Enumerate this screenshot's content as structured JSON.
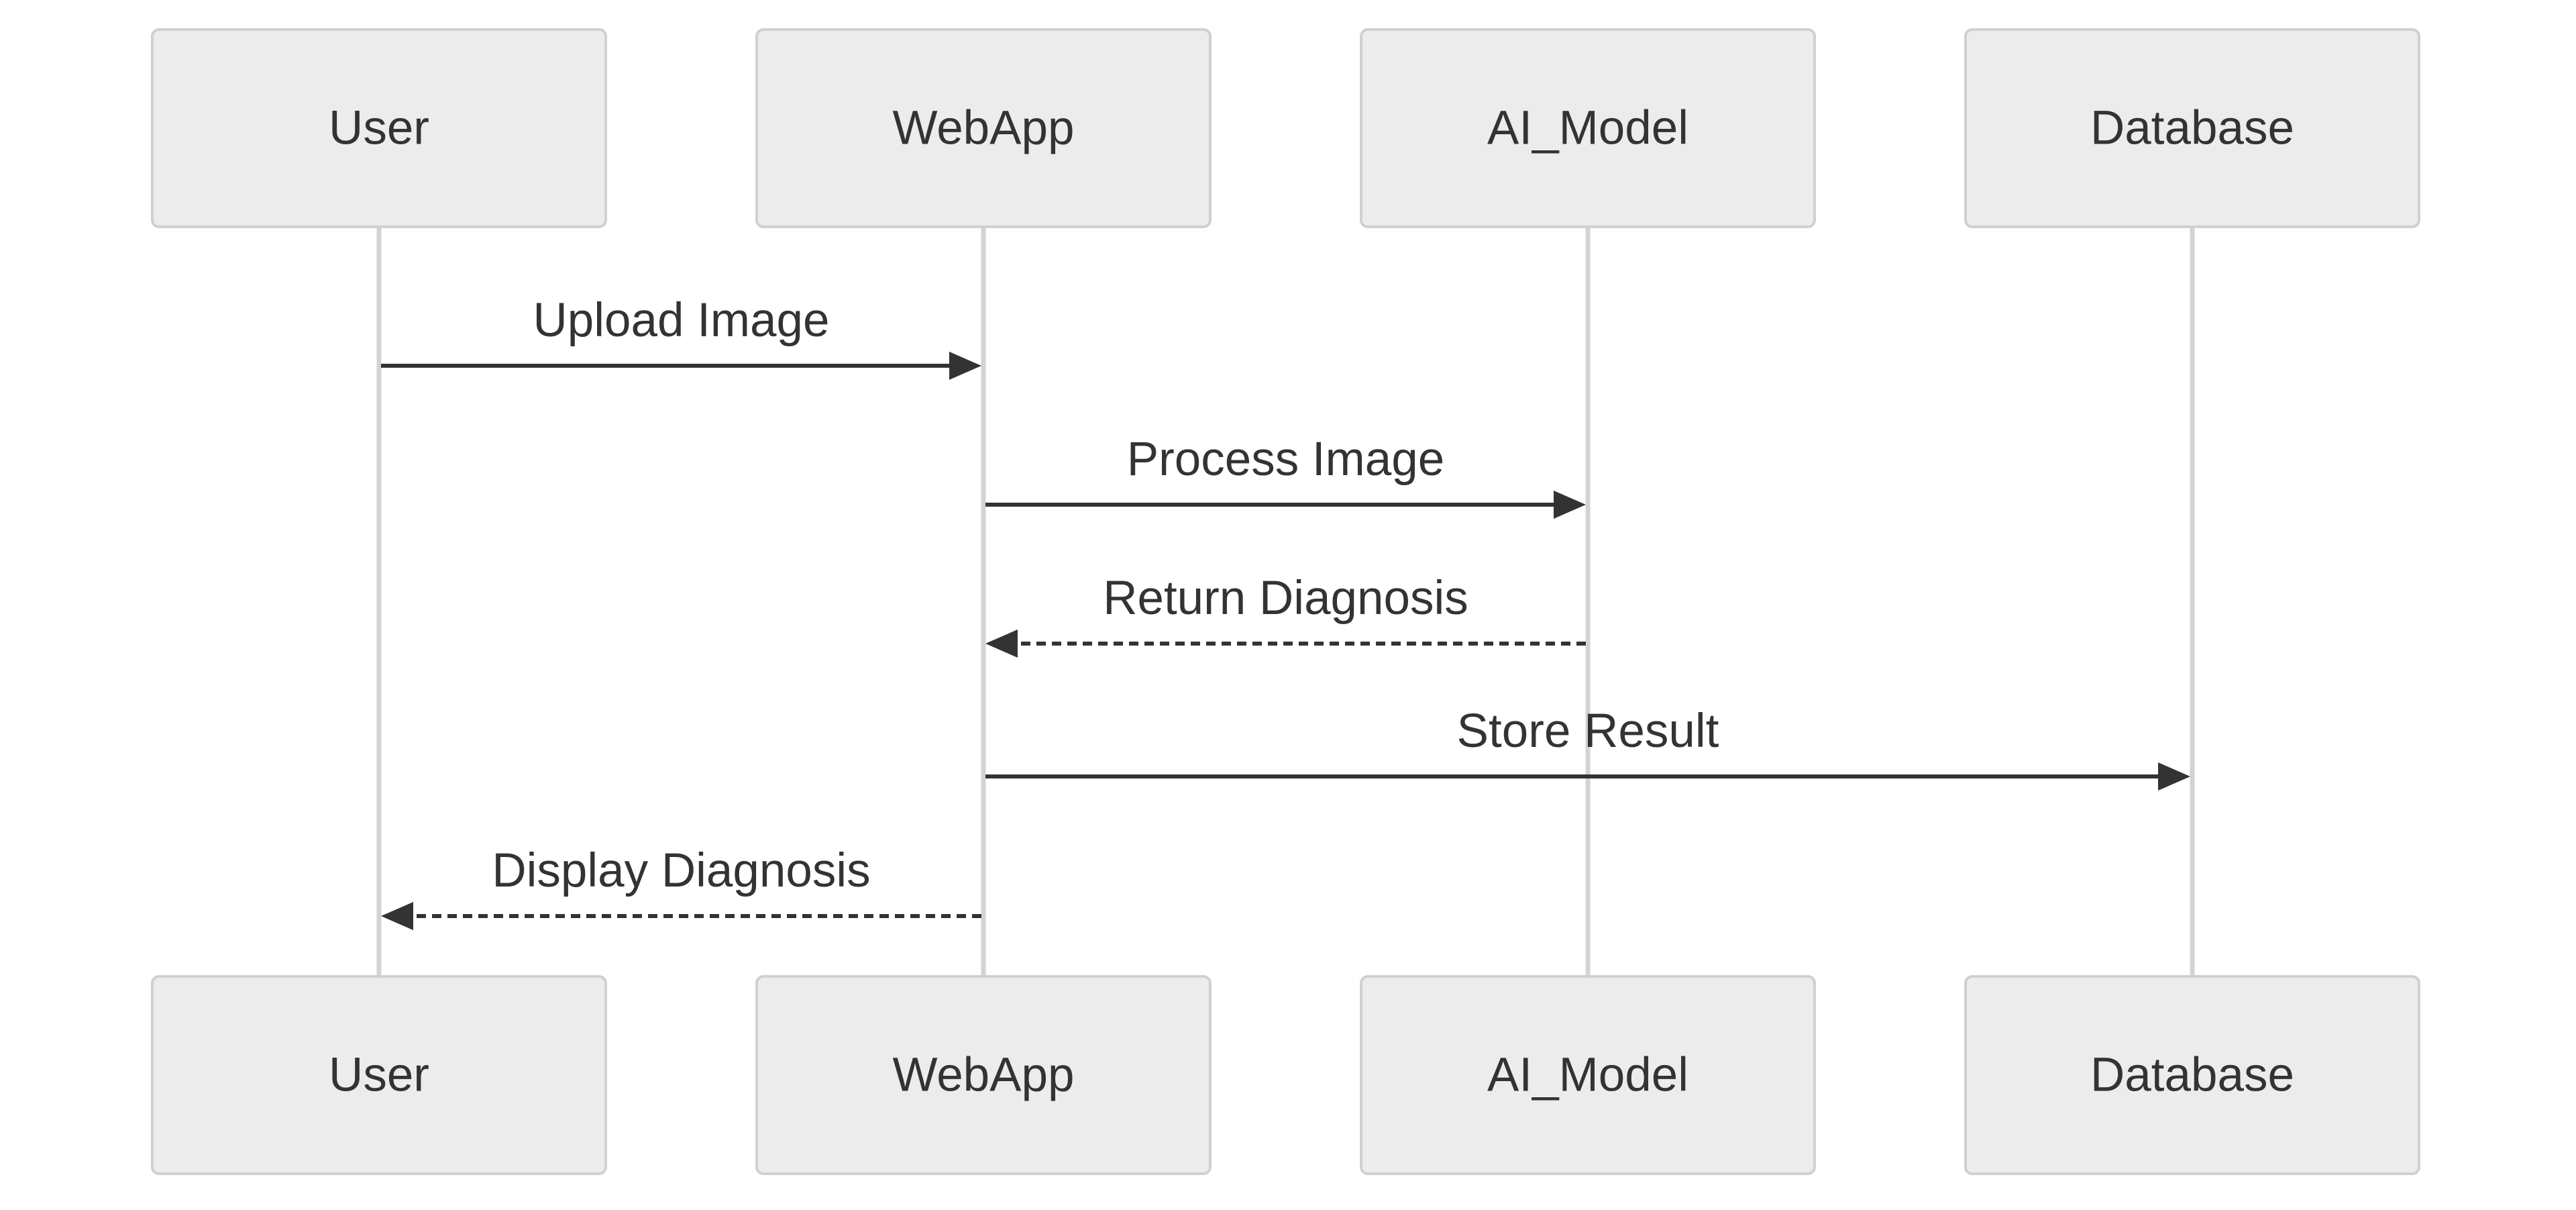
{
  "diagram": {
    "type": "sequence",
    "participants": [
      {
        "id": "user",
        "label": "User"
      },
      {
        "id": "webapp",
        "label": "WebApp"
      },
      {
        "id": "ai_model",
        "label": "AI_Model"
      },
      {
        "id": "database",
        "label": "Database"
      }
    ],
    "messages": [
      {
        "from": "user",
        "to": "webapp",
        "label": "Upload Image",
        "style": "solid"
      },
      {
        "from": "webapp",
        "to": "ai_model",
        "label": "Process Image",
        "style": "solid"
      },
      {
        "from": "ai_model",
        "to": "webapp",
        "label": "Return Diagnosis",
        "style": "dashed"
      },
      {
        "from": "webapp",
        "to": "database",
        "label": "Store Result",
        "style": "solid"
      },
      {
        "from": "webapp",
        "to": "user",
        "label": "Display Diagnosis",
        "style": "dashed"
      }
    ],
    "colors": {
      "actor_fill": "#ececec",
      "actor_border": "#d0d0d0",
      "lifeline": "#d3d3d3",
      "message": "#333333",
      "text": "#333333"
    }
  }
}
